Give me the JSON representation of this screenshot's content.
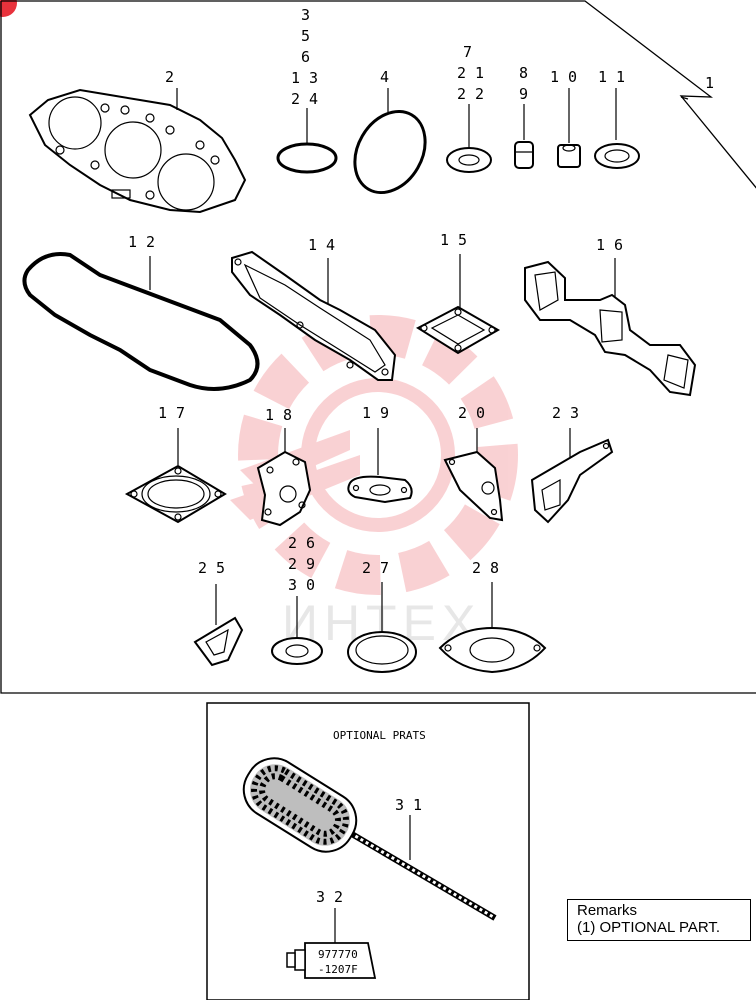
{
  "main_labels": {
    "l1": "1",
    "l2": "2",
    "l3": "3",
    "l5": "5",
    "l6": "6",
    "l13": "1 3",
    "l24": "2 4",
    "l4": "4",
    "l7": "7",
    "l21": "2 1",
    "l22": "2 2",
    "l8": "8",
    "l9": "9",
    "l10": "1 0",
    "l11": "1 1",
    "l12": "1 2",
    "l14": "1 4",
    "l15": "1 5",
    "l16": "1 6",
    "l17": "1 7",
    "l18": "1 8",
    "l19": "1 9",
    "l20": "2 0",
    "l23": "2 3",
    "l25": "2 5",
    "l26": "2 6",
    "l29": "2 9",
    "l30": "3 0",
    "l27": "2 7",
    "l28": "2 8"
  },
  "optional": {
    "title": "OPTIONAL PRATS",
    "l31": "3 1",
    "l32": "3 2",
    "tube_line1": "977770",
    "tube_line2": "-1207F"
  },
  "watermark": {
    "text": "ИНТЕХ",
    "color": "#e8323c"
  },
  "remarks": {
    "title": "Remarks",
    "line1": "(1) OPTIONAL PART."
  }
}
